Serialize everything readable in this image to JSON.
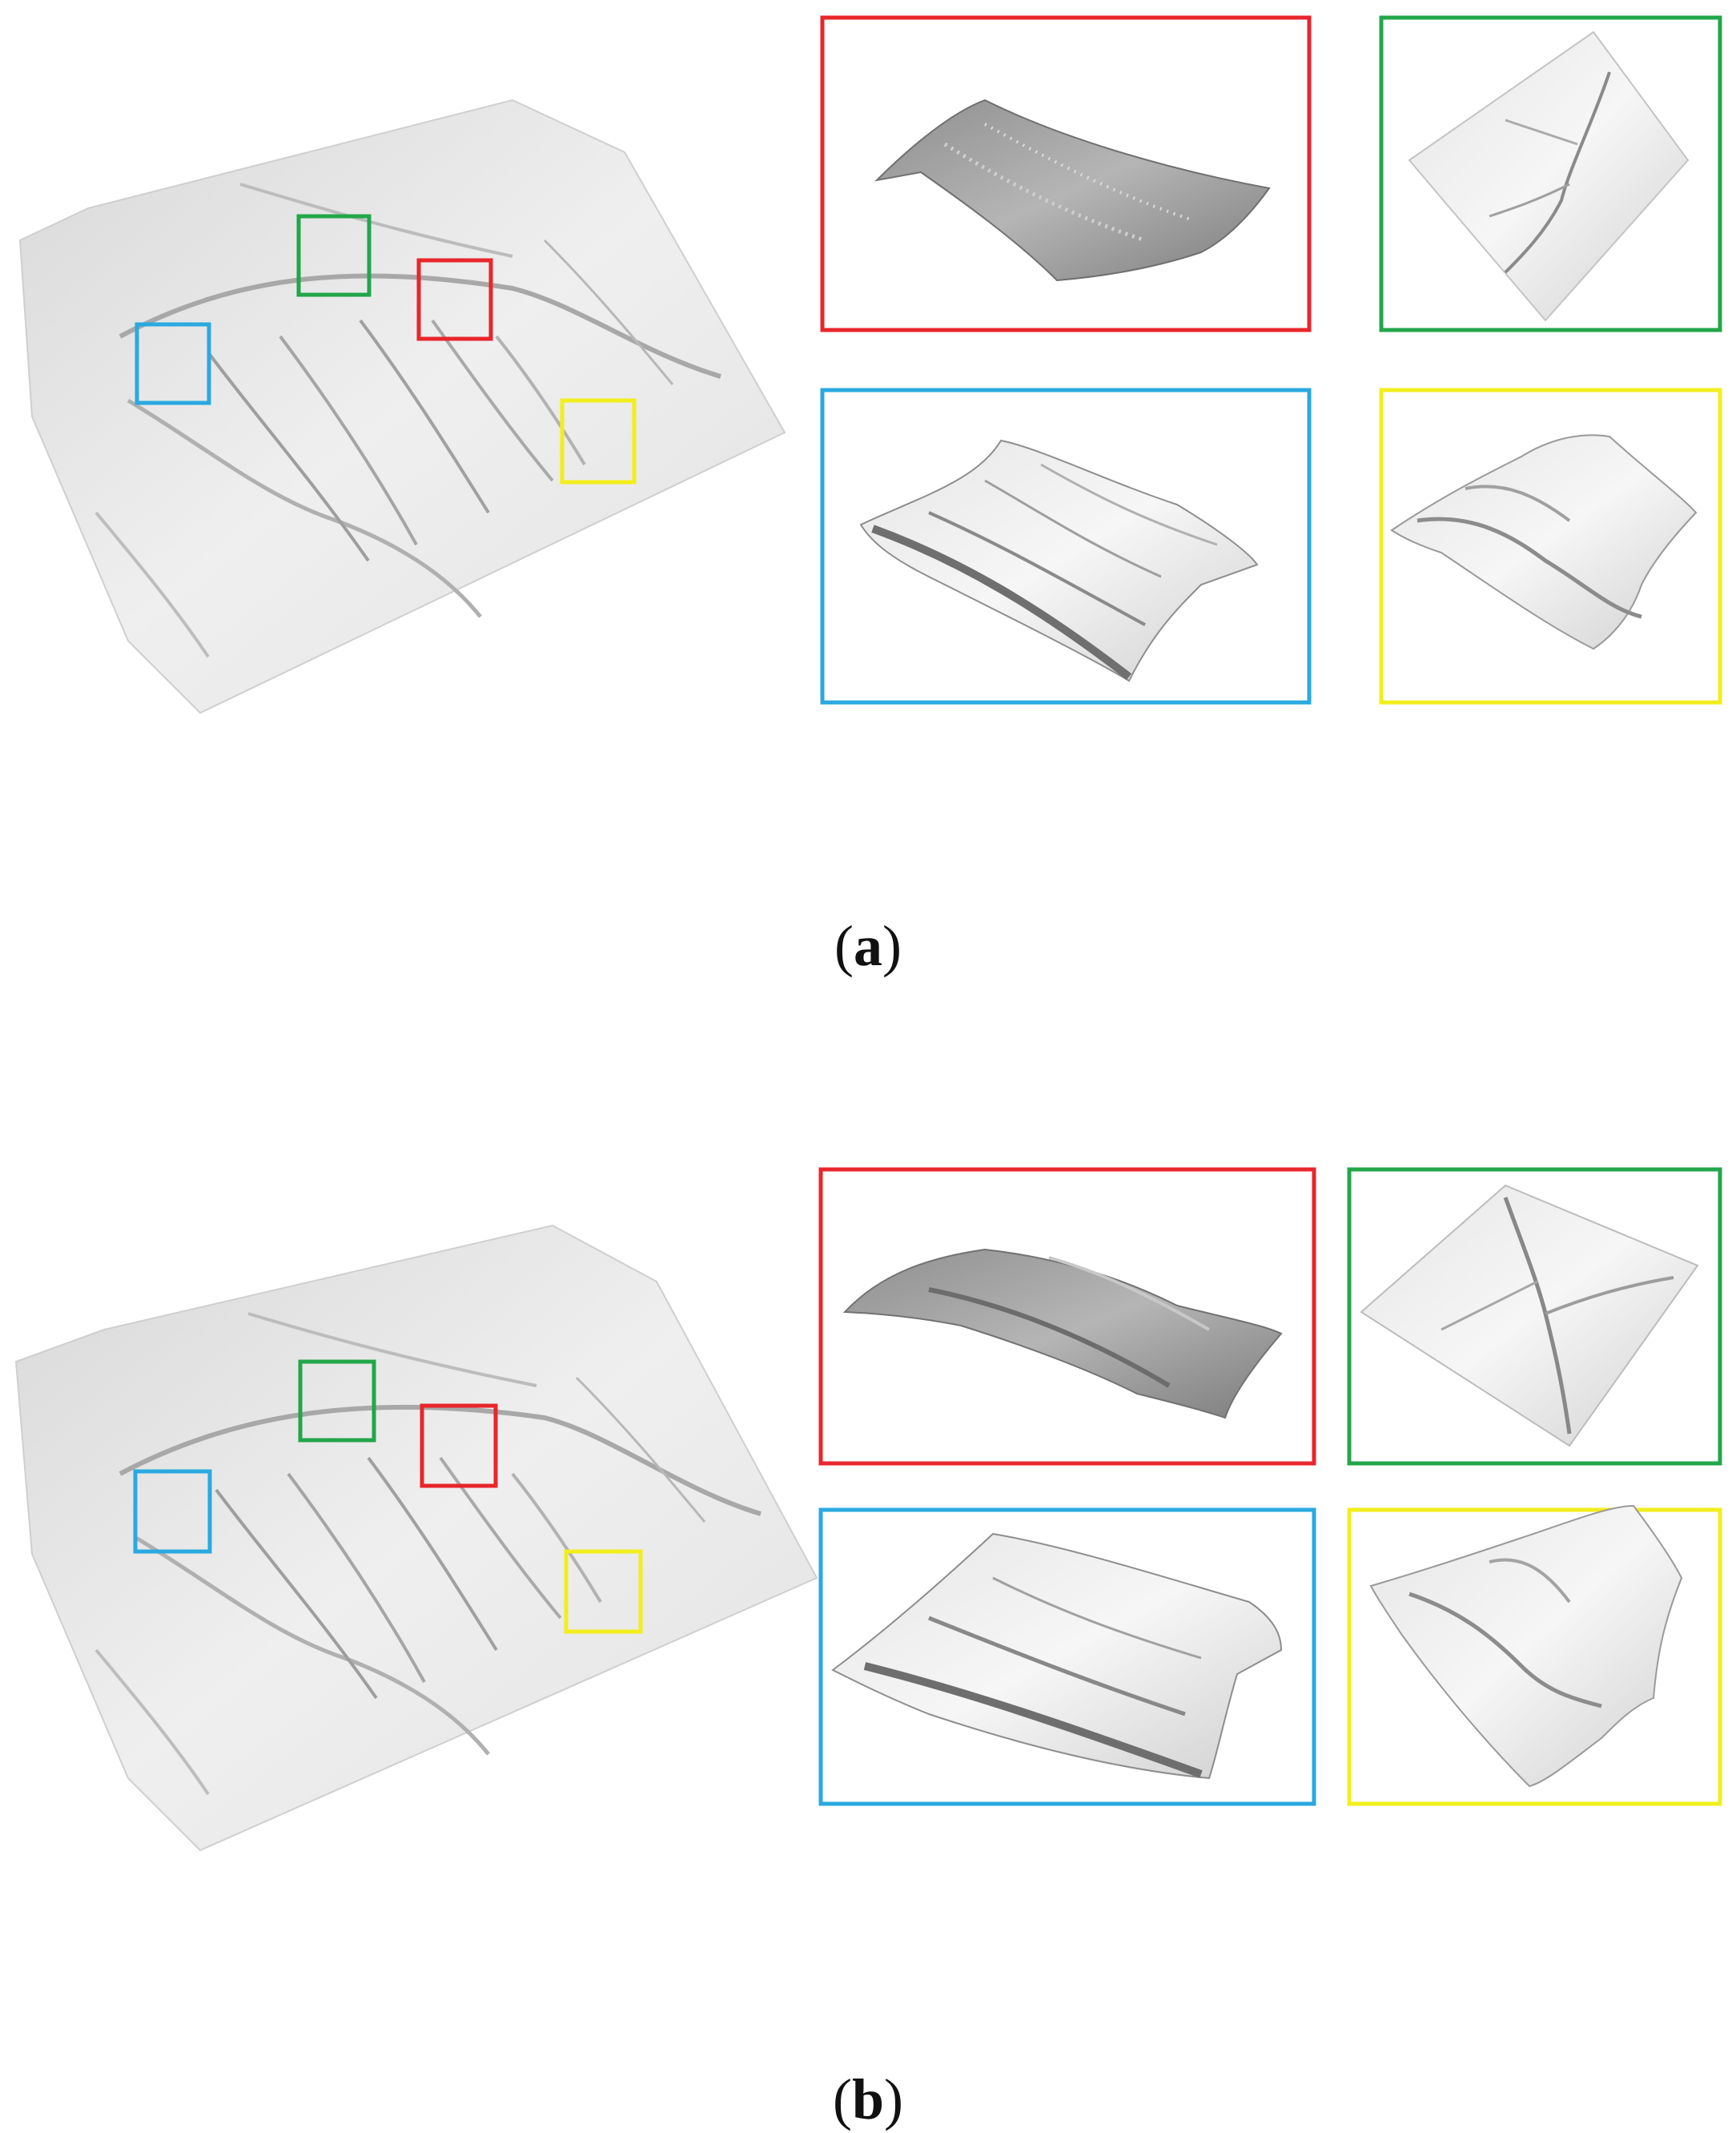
{
  "panels": [
    {
      "id": "a",
      "label": "a",
      "colors": {
        "red": "#e8262b",
        "green": "#22a64a",
        "blue": "#2aa9e0",
        "yellow": "#f2ee1c"
      }
    },
    {
      "id": "b",
      "label": "b",
      "colors": {
        "red": "#e8262b",
        "green": "#22a64a",
        "blue": "#2aa9e0",
        "yellow": "#f2ee1c"
      }
    }
  ]
}
